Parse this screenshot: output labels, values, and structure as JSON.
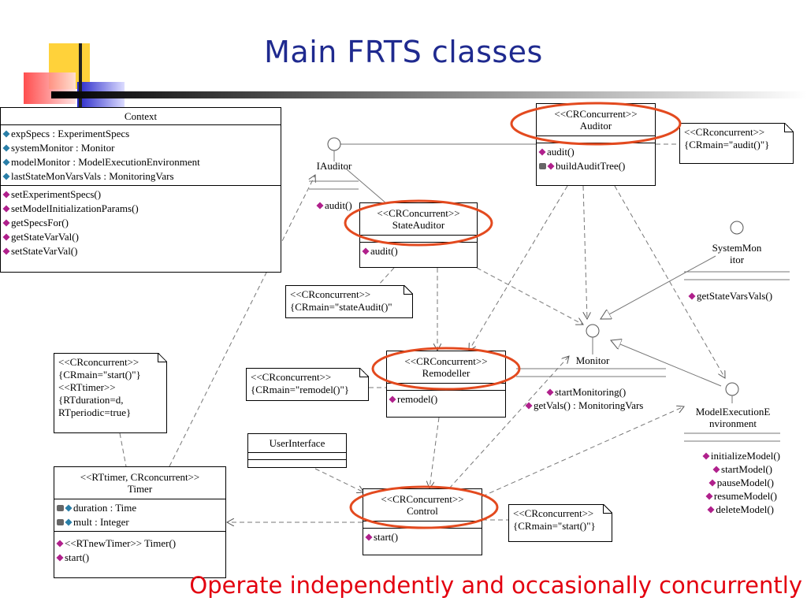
{
  "slide": {
    "title": "Main FRTS classes",
    "caption": "Operate independently and occasionally concurrently"
  },
  "classes": {
    "context": {
      "name": "Context",
      "attributes": [
        "expSpecs : ExperimentSpecs",
        "systemMonitor : Monitor",
        "modelMonitor : ModelExecutionEnvironment",
        "lastStateMonVarsVals : MonitoringVars"
      ],
      "operations": [
        "setExperimentSpecs()",
        "setModelInitializationParams()",
        "getSpecsFor()",
        "getStateVarVal()",
        "setStateVarVal()"
      ]
    },
    "auditor": {
      "stereotype": "<<CRConcurrent>>",
      "name": "Auditor",
      "operations": [
        "audit()",
        "buildAuditTree()"
      ]
    },
    "state_auditor": {
      "stereotype": "<<CRConcurrent>>",
      "name": "StateAuditor",
      "operations": [
        "audit()"
      ]
    },
    "remodeller": {
      "stereotype": "<<CRConcurrent>>",
      "name": "Remodeller",
      "operations": [
        "remodel()"
      ]
    },
    "control": {
      "stereotype": "<<CRConcurrent>>",
      "name": "Control",
      "operations": [
        "start()"
      ]
    },
    "user_interface": {
      "name": "UserInterface"
    },
    "timer": {
      "stereotype": "<<RTtimer, CRconcurrent>>",
      "name": "Timer",
      "attributes": [
        "duration : Time",
        "mult : Integer"
      ],
      "operations": [
        "<<RTnewTimer>> Timer()",
        "start()"
      ]
    }
  },
  "interfaces": {
    "iauditor": {
      "name": "IAuditor",
      "operations": [
        "audit()"
      ]
    },
    "system_monitor": {
      "name_line1": "SystemMon",
      "name_line2": "itor",
      "operations": [
        "getStateVarsVals()"
      ]
    },
    "monitor": {
      "name": "Monitor",
      "operations": [
        "startMonitoring()",
        "getVals() : MonitoringVars"
      ]
    },
    "model_execution_environment": {
      "name_line1": "ModelExecutionE",
      "name_line2": "nvironment",
      "operations": [
        "initializeModel()",
        "startModel()",
        "pauseModel()",
        "resumeModel()",
        "deleteModel()"
      ]
    }
  },
  "notes": {
    "auditor_note": [
      "<<CRconcurrent>>",
      "{CRmain=\"audit()\"}"
    ],
    "state_auditor_note": [
      "<<CRconcurrent>>",
      "{CRmain=\"stateAudit()\""
    ],
    "remodeller_note": [
      "<<CRconcurrent>>",
      "{CRmain=\"remodel()\"}"
    ],
    "timer_note": [
      "<<CRconcurrent>>",
      "{CRmain=\"start()\"}",
      "<<RTtimer>>",
      "{RTduration=d,",
      "RTperiodic=true}"
    ],
    "control_note": [
      "<<CRconcurrent>>",
      "{CRmain=\"start()\"}"
    ]
  },
  "colors": {
    "title": "#1f2a8f",
    "caption": "#e3000f",
    "highlight_ellipse": "#e34a1f",
    "attribute_icon": "#2a7fa8",
    "operation_icon": "#b0208c"
  }
}
